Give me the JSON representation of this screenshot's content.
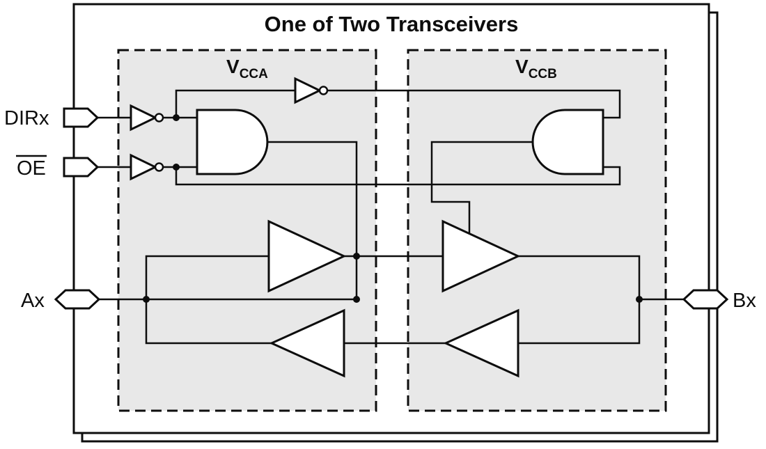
{
  "diagram": {
    "title": "One of Two Transceivers",
    "regions": {
      "vcca": {
        "label_main": "V",
        "label_sub": "CCA"
      },
      "vccb": {
        "label_main": "V",
        "label_sub": "CCB"
      }
    },
    "pins": {
      "dir": {
        "label": "DIRx",
        "tag_shape": "arrow-right-tag"
      },
      "oe": {
        "label": "OE",
        "overline": true,
        "tag_shape": "arrow-right-tag"
      },
      "a": {
        "label": "Ax",
        "tag_shape": "double-arrow-tag"
      },
      "b": {
        "label": "Bx",
        "tag_shape": "double-arrow-tag"
      }
    },
    "components": {
      "inverters": [
        "dir-input-inverter",
        "oe-input-inverter",
        "dir-b-side-inverter"
      ],
      "and_gates": [
        "vcca-enable-and-gate",
        "vccb-enable-and-gate"
      ],
      "buffers": [
        "a-to-b-input-buffer",
        "a-to-b-output-buffer",
        "b-to-a-output-buffer",
        "b-to-a-input-buffer"
      ]
    },
    "colors": {
      "region_fill": "#e8e8e8",
      "line": "#0d0d0d",
      "background": "#ffffff"
    }
  }
}
